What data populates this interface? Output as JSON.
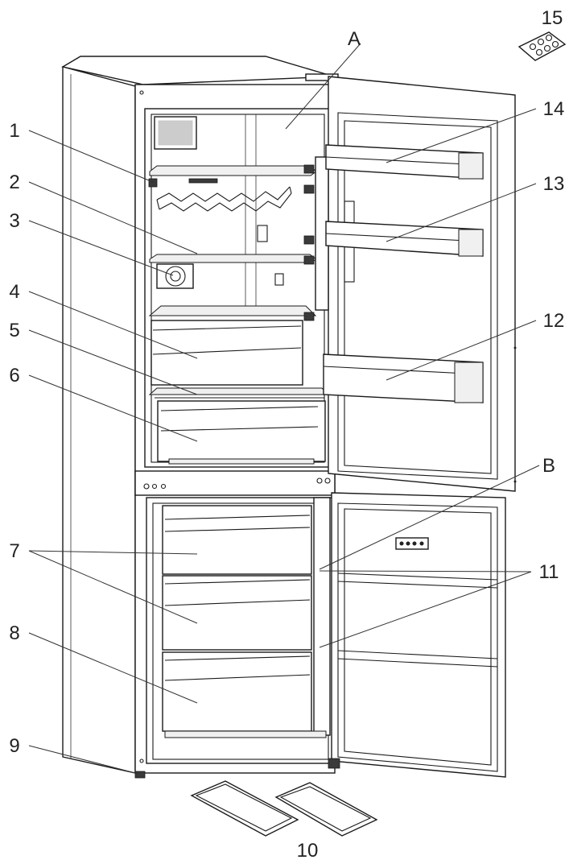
{
  "labels": {
    "l1": "1",
    "l2": "2",
    "l3": "3",
    "l4": "4",
    "l5": "5",
    "l6": "6",
    "l7": "7",
    "l8": "8",
    "l9": "9",
    "l10": "10",
    "l11": "11",
    "l12": "12",
    "l13": "13",
    "l14": "14",
    "l15": "15",
    "lA": "A",
    "lB": "B"
  }
}
